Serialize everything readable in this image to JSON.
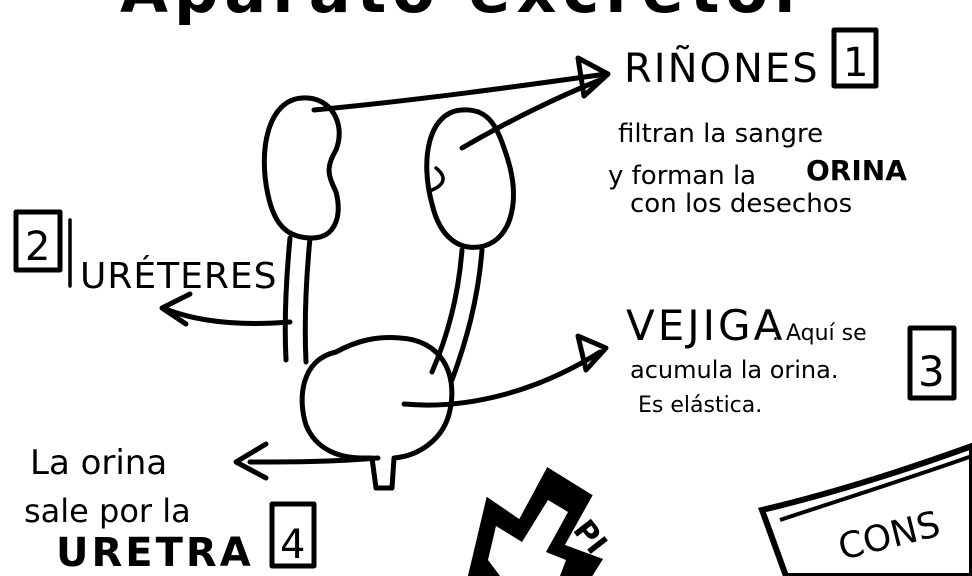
{
  "title_partial": "Aparato excretor",
  "parts": [
    {
      "number": "1",
      "name": "RIÑONES",
      "desc": [
        "filtran la sangre",
        "y forman la",
        "ORINA",
        "con los desechos"
      ]
    },
    {
      "number": "2",
      "name": "URÉTERES"
    },
    {
      "number": "3",
      "name": "VEJIGA",
      "desc": [
        ". Aquí se",
        "acumula la orina.",
        "Es elástica."
      ]
    },
    {
      "number": "4",
      "name": "URETRA",
      "desc": [
        "La orina",
        "sale por la"
      ]
    }
  ],
  "corner_labels": {
    "cons": "CONS",
    "pi": "PI"
  }
}
